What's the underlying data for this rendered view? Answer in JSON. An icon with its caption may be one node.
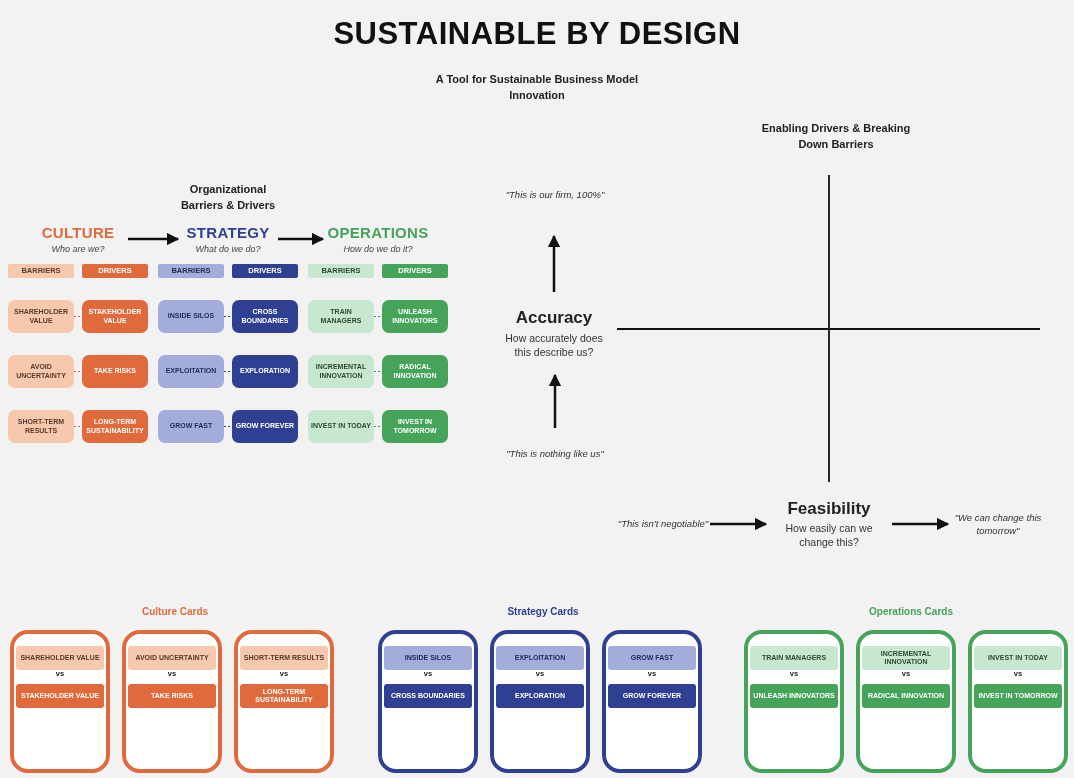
{
  "diagram": {
    "title": "SUSTAINABLE BY DESIGN",
    "nodes": [
      {
        "text": [
          "CULTURE",
          "Who are we?"
        ]
      },
      {
        "text": [
          "STRATEGY",
          "What do we do?"
        ]
      },
      {
        "text": [
          "OPERATIONS",
          "How do we do it?"
        ]
      },
      {
        "text": [
          "BARRIERS"
        ]
      },
      {
        "text": [
          "DRIVERS"
        ]
      },
      {
        "text": [
          "BARRIERS"
        ]
      },
      {
        "text": [
          "DRIVERS"
        ]
      },
      {
        "text": [
          "BARRIERS"
        ]
      },
      {
        "text": [
          "DRIVERS"
        ]
      },
      {
        "text": [
          "SHAREHOLDER VALUE"
        ]
      },
      {
        "text": [
          "STAKEHOLDER VALUE"
        ]
      },
      {
        "text": [
          "INSIDE SILOS"
        ]
      },
      {
        "text": [
          "CROSS BOUNDARIES"
        ]
      },
      {
        "text": [
          "TRAIN MANAGERS"
        ]
      },
      {
        "text": [
          "UNLEASH INNOVATORS"
        ]
      },
      {
        "text": [
          "AVOID UNCERTAINTY"
        ]
      },
      {
        "text": [
          "TAKE RISKS"
        ]
      },
      {
        "text": [
          "EXPLOITATION"
        ]
      },
      {
        "text": [
          "EXPLORATION"
        ]
      },
      {
        "text": [
          "INCREMENTAL INNOVATION"
        ]
      },
      {
        "text": [
          "RADICAL INNOVATION"
        ]
      },
      {
        "text": [
          "SHORT-TERM RESULTS"
        ]
      },
      {
        "text": [
          "LONG-TERM SUSTAINABILITY"
        ]
      },
      {
        "text": [
          "GROW FAST"
        ]
      },
      {
        "text": [
          "GROW FOREVER"
        ]
      },
      {
        "text": [
          "INVEST IN TODAY"
        ]
      },
      {
        "text": [
          "INVEST IN TOMORROW"
        ]
      },
      {
        "text": [
          "Accuracy",
          "How accurately does this describe us?"
        ]
      },
      {
        "text": [
          "\"This is our firm, 100%\""
        ]
      },
      {
        "text": [
          "\"This is nothing like us\""
        ]
      },
      {
        "text": [
          "Feasibility",
          "How easily can we change this?"
        ]
      },
      {
        "text": [
          "\"This isn't negotiable\""
        ]
      },
      {
        "text": [
          "\"We can change this tomorrow\""
        ]
      },
      {
        "text": [],
        "shape": "box"
      },
      {
        "text": [
          "SHAREHOLDER VALUE"
        ],
        "in": 33
      },
      {
        "text": [
          "STAKEHOLDER VALUE"
        ],
        "in": 33
      },
      {
        "text": [],
        "shape": "box"
      },
      {
        "text": [
          "AVOID UNCERTAINTY"
        ],
        "in": 36
      },
      {
        "text": [
          "TAKE RISKS"
        ],
        "in": 36
      },
      {
        "text": [],
        "shape": "box"
      },
      {
        "text": [
          "SHORT-TERM RESULTS"
        ],
        "in": 39
      },
      {
        "text": [
          "LONG-TERM SUSTAINABILITY"
        ],
        "in": 39
      },
      {
        "text": [],
        "shape": "box"
      },
      {
        "text": [
          "INSIDE SILOS"
        ],
        "in": 42
      },
      {
        "text": [
          "CROSS BOUNDARIES"
        ],
        "in": 42
      },
      {
        "text": [],
        "shape": "box"
      },
      {
        "text": [
          "EXPLOITATION"
        ],
        "in": 45
      },
      {
        "text": [
          "EXPLORATION"
        ],
        "in": 45
      },
      {
        "text": [],
        "shape": "box"
      },
      {
        "text": [
          "GROW FAST"
        ],
        "in": 48
      },
      {
        "text": [
          "GROW FOREVER"
        ],
        "in": 48
      },
      {
        "text": [],
        "shape": "box"
      },
      {
        "text": [
          "TRAIN MANAGERS"
        ],
        "in": 51
      },
      {
        "text": [
          "UNLEASH INNOVATORS"
        ],
        "in": 51
      },
      {
        "text": [],
        "shape": "box"
      },
      {
        "text": [
          "INCREMENTAL INNOVATION"
        ],
        "in": 54
      },
      {
        "text": [
          "RADICAL INNOVATION"
        ],
        "in": 54
      },
      {
        "text": [],
        "shape": "box"
      },
      {
        "text": [
          "INVEST IN TODAY"
        ],
        "in": 57
      },
      {
        "text": [
          "INVEST IN TOMORROW"
        ],
        "in": 57
      }
    ],
    "edges": [
      {
        "from": 0,
        "to": 1,
        "arrow": "to"
      },
      {
        "from": 1,
        "to": 2,
        "arrow": "to"
      },
      {
        "from": 9,
        "to": 10,
        "arrow": "none",
        "style": "dashed",
        "color": "#e06a3c"
      },
      {
        "from": 11,
        "to": 12,
        "arrow": "none",
        "style": "dashed",
        "color": "#2f3f91"
      },
      {
        "from": 13,
        "to": 14,
        "arrow": "none",
        "style": "dashed",
        "color": "#45a35a"
      },
      {
        "from": 15,
        "to": 16,
        "arrow": "none",
        "style": "dashed",
        "color": "#e06a3c"
      },
      {
        "from": 17,
        "to": 18,
        "arrow": "none",
        "style": "dashed",
        "color": "#2f3f91"
      },
      {
        "from": 19,
        "to": 20,
        "arrow": "none",
        "style": "dashed",
        "color": "#45a35a"
      },
      {
        "from": 21,
        "to": 22,
        "arrow": "none",
        "style": "dashed",
        "color": "#e06a3c"
      },
      {
        "from": 23,
        "to": 24,
        "arrow": "none",
        "style": "dashed",
        "color": "#2f3f91"
      },
      {
        "from": 25,
        "to": 26,
        "arrow": "none",
        "style": "dashed",
        "color": "#45a35a"
      },
      {
        "from": 27,
        "to": 28,
        "arrow": "to"
      },
      {
        "from": 29,
        "to": 27,
        "arrow": "to"
      },
      {
        "from": 31,
        "to": 30,
        "arrow": "to"
      },
      {
        "from": 30,
        "to": 32,
        "arrow": "to"
      }
    ],
    "labels": [
      "A Tool for Sustainable Business Model Innovation",
      "Organizational Barriers & Drivers",
      "Enabling Drivers & Breaking Down Barriers",
      "Culture Cards",
      "Strategy Cards",
      "Operations Cards",
      "vs",
      "vs",
      "vs",
      "vs",
      "vs",
      "vs",
      "vs",
      "vs",
      "vs"
    ]
  }
}
